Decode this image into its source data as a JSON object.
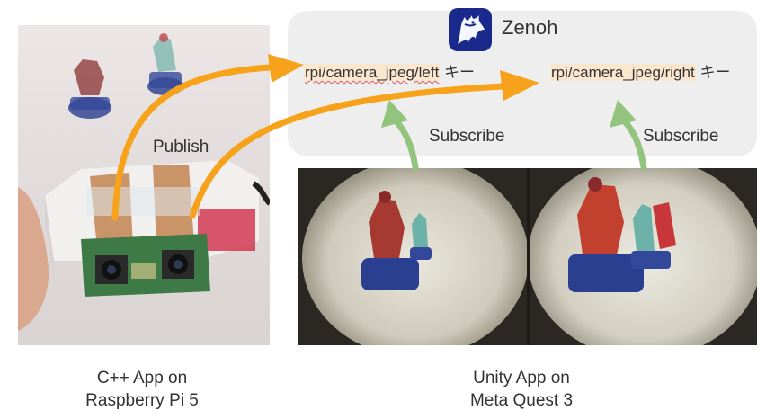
{
  "zenoh": {
    "title": "Zenoh",
    "logo_icon": "zenoh-dragon-logo-icon",
    "key_left": "rpi/camera_jpeg/left",
    "key_right": "rpi/camera_jpeg/right",
    "key_suffix": "キー"
  },
  "labels": {
    "publish": "Publish",
    "subscribe": "Subscribe"
  },
  "captions": {
    "pi_line1": "C++ App on",
    "pi_line2": "Raspberry Pi 5",
    "quest_line1": "Unity App on",
    "quest_line2": "Meta Quest 3"
  },
  "colors": {
    "publish_arrow": "#f7a21b",
    "subscribe_arrow": "#93c47d",
    "panel_bg": "#eeeeee",
    "key_highlight": "#fbe6cf",
    "zenoh_logo_bg": "#1a2a8c"
  }
}
